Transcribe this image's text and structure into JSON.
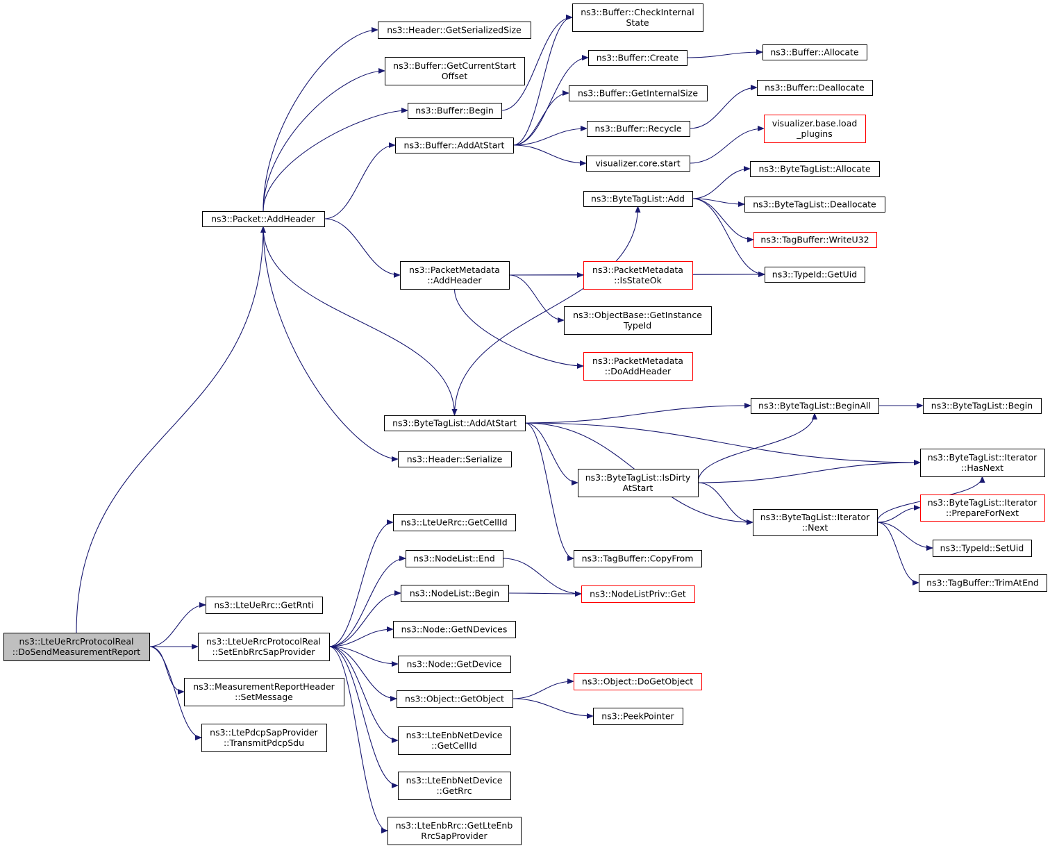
{
  "title": "",
  "colors": {
    "edge": "#191970",
    "node_border": "#000000",
    "truncated_node_border": "#ff0000",
    "root_fill": "#bfbfbf",
    "background": "#ffffff"
  },
  "nodes": [
    {
      "id": "root",
      "lines": [
        "ns3::LteUeRrcProtocolReal",
        "::DoSendMeasurementReport"
      ],
      "style": "root"
    },
    {
      "id": "packet_addheader",
      "lines": [
        "ns3::Packet::AddHeader"
      ],
      "style": "normal"
    },
    {
      "id": "header_getserializedsize",
      "lines": [
        "ns3::Header::GetSerializedSize"
      ],
      "style": "normal"
    },
    {
      "id": "buffer_getcurrentstartoffset",
      "lines": [
        "ns3::Buffer::GetCurrentStart",
        "Offset"
      ],
      "style": "normal"
    },
    {
      "id": "buffer_begin",
      "lines": [
        "ns3::Buffer::Begin"
      ],
      "style": "normal"
    },
    {
      "id": "buffer_addatstart",
      "lines": [
        "ns3::Buffer::AddAtStart"
      ],
      "style": "normal"
    },
    {
      "id": "buffer_checkinternalstate",
      "lines": [
        "ns3::Buffer::CheckInternal",
        "State"
      ],
      "style": "normal"
    },
    {
      "id": "buffer_create",
      "lines": [
        "ns3::Buffer::Create"
      ],
      "style": "normal"
    },
    {
      "id": "buffer_getinternalsize",
      "lines": [
        "ns3::Buffer::GetInternalSize"
      ],
      "style": "normal"
    },
    {
      "id": "buffer_recycle",
      "lines": [
        "ns3::Buffer::Recycle"
      ],
      "style": "normal"
    },
    {
      "id": "visualizer_core_start",
      "lines": [
        "visualizer.core.start"
      ],
      "style": "normal"
    },
    {
      "id": "buffer_allocate",
      "lines": [
        "ns3::Buffer::Allocate"
      ],
      "style": "normal"
    },
    {
      "id": "buffer_deallocate",
      "lines": [
        "ns3::Buffer::Deallocate"
      ],
      "style": "normal"
    },
    {
      "id": "visualizer_base_load_plugins",
      "lines": [
        "visualizer.base.load",
        "_plugins"
      ],
      "style": "red"
    },
    {
      "id": "bytetaglist_add",
      "lines": [
        "ns3::ByteTagList::Add"
      ],
      "style": "normal"
    },
    {
      "id": "bytetaglist_allocate",
      "lines": [
        "ns3::ByteTagList::Allocate"
      ],
      "style": "normal"
    },
    {
      "id": "bytetaglist_deallocate",
      "lines": [
        "ns3::ByteTagList::Deallocate"
      ],
      "style": "normal"
    },
    {
      "id": "tagbuffer_writeu32",
      "lines": [
        "ns3::TagBuffer::WriteU32"
      ],
      "style": "red"
    },
    {
      "id": "typeid_getuid",
      "lines": [
        "ns3::TypeId::GetUid"
      ],
      "style": "normal"
    },
    {
      "id": "packetmetadata_addheader",
      "lines": [
        "ns3::PacketMetadata",
        "::AddHeader"
      ],
      "style": "normal"
    },
    {
      "id": "packetmetadata_isstateok",
      "lines": [
        "ns3::PacketMetadata",
        "::IsStateOk"
      ],
      "style": "red"
    },
    {
      "id": "objectbase_getinstancetypeid",
      "lines": [
        "ns3::ObjectBase::GetInstance",
        "TypeId"
      ],
      "style": "normal"
    },
    {
      "id": "packetmetadata_doaddheader",
      "lines": [
        "ns3::PacketMetadata",
        "::DoAddHeader"
      ],
      "style": "red"
    },
    {
      "id": "bytetaglist_addatstart",
      "lines": [
        "ns3::ByteTagList::AddAtStart"
      ],
      "style": "normal"
    },
    {
      "id": "bytetaglist_beginall",
      "lines": [
        "ns3::ByteTagList::BeginAll"
      ],
      "style": "normal"
    },
    {
      "id": "bytetaglist_begin",
      "lines": [
        "ns3::ByteTagList::Begin"
      ],
      "style": "normal"
    },
    {
      "id": "bytetaglist_iterator_hasnext",
      "lines": [
        "ns3::ByteTagList::Iterator",
        "::HasNext"
      ],
      "style": "normal"
    },
    {
      "id": "bytetaglist_isdirtyatstart",
      "lines": [
        "ns3::ByteTagList::IsDirty",
        "AtStart"
      ],
      "style": "normal"
    },
    {
      "id": "bytetaglist_iterator_next",
      "lines": [
        "ns3::ByteTagList::Iterator",
        "::Next"
      ],
      "style": "normal"
    },
    {
      "id": "bytetaglist_iterator_preparefornext",
      "lines": [
        "ns3::ByteTagList::Iterator",
        "::PrepareForNext"
      ],
      "style": "red"
    },
    {
      "id": "typeid_setuid",
      "lines": [
        "ns3::TypeId::SetUid"
      ],
      "style": "normal"
    },
    {
      "id": "tagbuffer_trimatend",
      "lines": [
        "ns3::TagBuffer::TrimAtEnd"
      ],
      "style": "normal"
    },
    {
      "id": "tagbuffer_copyfrom",
      "lines": [
        "ns3::TagBuffer::CopyFrom"
      ],
      "style": "normal"
    },
    {
      "id": "header_serialize",
      "lines": [
        "ns3::Header::Serialize"
      ],
      "style": "normal"
    },
    {
      "id": "lteuerrc_getcellid",
      "lines": [
        "ns3::LteUeRrc::GetCellId"
      ],
      "style": "normal"
    },
    {
      "id": "nodelist_end",
      "lines": [
        "ns3::NodeList::End"
      ],
      "style": "normal"
    },
    {
      "id": "nodelist_begin",
      "lines": [
        "ns3::NodeList::Begin"
      ],
      "style": "normal"
    },
    {
      "id": "nodelistpriv_get",
      "lines": [
        "ns3::NodeListPriv::Get"
      ],
      "style": "red"
    },
    {
      "id": "lteuerrc_getrnti",
      "lines": [
        "ns3::LteUeRrc::GetRnti"
      ],
      "style": "normal"
    },
    {
      "id": "setenbrrcsapprovider",
      "lines": [
        "ns3::LteUeRrcProtocolReal",
        "::SetEnbRrcSapProvider"
      ],
      "style": "normal"
    },
    {
      "id": "node_getndevices",
      "lines": [
        "ns3::Node::GetNDevices"
      ],
      "style": "normal"
    },
    {
      "id": "node_getdevice",
      "lines": [
        "ns3::Node::GetDevice"
      ],
      "style": "normal"
    },
    {
      "id": "object_getobject",
      "lines": [
        "ns3::Object::GetObject"
      ],
      "style": "normal"
    },
    {
      "id": "object_dogetobject",
      "lines": [
        "ns3::Object::DoGetObject"
      ],
      "style": "red"
    },
    {
      "id": "peekpointer",
      "lines": [
        "ns3::PeekPointer"
      ],
      "style": "normal"
    },
    {
      "id": "measurementreportheader_setmessage",
      "lines": [
        "ns3::MeasurementReportHeader",
        "::SetMessage"
      ],
      "style": "normal"
    },
    {
      "id": "ltepdcpsapprovider_transmitpdcpsdu",
      "lines": [
        "ns3::LtePdcpSapProvider",
        "::TransmitPdcpSdu"
      ],
      "style": "normal"
    },
    {
      "id": "lteenbnetdevice_getcellid",
      "lines": [
        "ns3::LteEnbNetDevice",
        "::GetCellId"
      ],
      "style": "normal"
    },
    {
      "id": "lteenbnetdevice_getrrc",
      "lines": [
        "ns3::LteEnbNetDevice",
        "::GetRrc"
      ],
      "style": "normal"
    },
    {
      "id": "lteenbrrc_getlteenbrrcsapprovider",
      "lines": [
        "ns3::LteEnbRrc::GetLteEnb",
        "RrcSapProvider"
      ],
      "style": "normal"
    }
  ],
  "edges": [
    [
      "root",
      "packet_addheader"
    ],
    [
      "root",
      "lteuerrc_getrnti"
    ],
    [
      "root",
      "setenbrrcsapprovider"
    ],
    [
      "root",
      "measurementreportheader_setmessage"
    ],
    [
      "root",
      "ltepdcpsapprovider_transmitpdcpsdu"
    ],
    [
      "packet_addheader",
      "header_getserializedsize"
    ],
    [
      "packet_addheader",
      "buffer_getcurrentstartoffset"
    ],
    [
      "packet_addheader",
      "buffer_begin"
    ],
    [
      "packet_addheader",
      "buffer_addatstart"
    ],
    [
      "packet_addheader",
      "packetmetadata_addheader"
    ],
    [
      "packet_addheader",
      "bytetaglist_addatstart"
    ],
    [
      "packet_addheader",
      "header_serialize"
    ],
    [
      "buffer_begin",
      "buffer_checkinternalstate"
    ],
    [
      "buffer_addatstart",
      "buffer_checkinternalstate"
    ],
    [
      "buffer_addatstart",
      "buffer_create"
    ],
    [
      "buffer_addatstart",
      "buffer_getinternalsize"
    ],
    [
      "buffer_addatstart",
      "buffer_recycle"
    ],
    [
      "buffer_addatstart",
      "visualizer_core_start"
    ],
    [
      "buffer_create",
      "buffer_allocate"
    ],
    [
      "buffer_recycle",
      "buffer_deallocate"
    ],
    [
      "visualizer_core_start",
      "visualizer_base_load_plugins"
    ],
    [
      "bytetaglist_addatstart",
      "bytetaglist_add"
    ],
    [
      "bytetaglist_add",
      "bytetaglist_allocate"
    ],
    [
      "bytetaglist_add",
      "bytetaglist_deallocate"
    ],
    [
      "bytetaglist_add",
      "tagbuffer_writeu32"
    ],
    [
      "bytetaglist_add",
      "typeid_getuid"
    ],
    [
      "packetmetadata_addheader",
      "typeid_getuid"
    ],
    [
      "packetmetadata_addheader",
      "packetmetadata_isstateok"
    ],
    [
      "packetmetadata_addheader",
      "objectbase_getinstancetypeid"
    ],
    [
      "packetmetadata_addheader",
      "packetmetadata_doaddheader"
    ],
    [
      "bytetaglist_addatstart",
      "bytetaglist_beginall"
    ],
    [
      "bytetaglist_addatstart",
      "bytetaglist_iterator_hasnext"
    ],
    [
      "bytetaglist_addatstart",
      "bytetaglist_isdirtyatstart"
    ],
    [
      "bytetaglist_addatstart",
      "bytetaglist_iterator_next"
    ],
    [
      "bytetaglist_addatstart",
      "tagbuffer_copyfrom"
    ],
    [
      "bytetaglist_beginall",
      "bytetaglist_begin"
    ],
    [
      "bytetaglist_isdirtyatstart",
      "bytetaglist_beginall"
    ],
    [
      "bytetaglist_isdirtyatstart",
      "bytetaglist_iterator_hasnext"
    ],
    [
      "bytetaglist_isdirtyatstart",
      "bytetaglist_iterator_next"
    ],
    [
      "bytetaglist_iterator_next",
      "bytetaglist_iterator_hasnext"
    ],
    [
      "bytetaglist_iterator_next",
      "bytetaglist_iterator_preparefornext"
    ],
    [
      "bytetaglist_iterator_next",
      "typeid_setuid"
    ],
    [
      "bytetaglist_iterator_next",
      "tagbuffer_trimatend"
    ],
    [
      "setenbrrcsapprovider",
      "lteuerrc_getcellid"
    ],
    [
      "setenbrrcsapprovider",
      "nodelist_end"
    ],
    [
      "setenbrrcsapprovider",
      "nodelist_begin"
    ],
    [
      "setenbrrcsapprovider",
      "node_getndevices"
    ],
    [
      "setenbrrcsapprovider",
      "node_getdevice"
    ],
    [
      "setenbrrcsapprovider",
      "object_getobject"
    ],
    [
      "setenbrrcsapprovider",
      "lteenbnetdevice_getcellid"
    ],
    [
      "setenbrrcsapprovider",
      "lteenbnetdevice_getrrc"
    ],
    [
      "setenbrrcsapprovider",
      "lteenbrrc_getlteenbrrcsapprovider"
    ],
    [
      "nodelist_end",
      "nodelistpriv_get"
    ],
    [
      "nodelist_begin",
      "nodelistpriv_get"
    ],
    [
      "object_getobject",
      "object_dogetobject"
    ],
    [
      "object_getobject",
      "peekpointer"
    ]
  ]
}
